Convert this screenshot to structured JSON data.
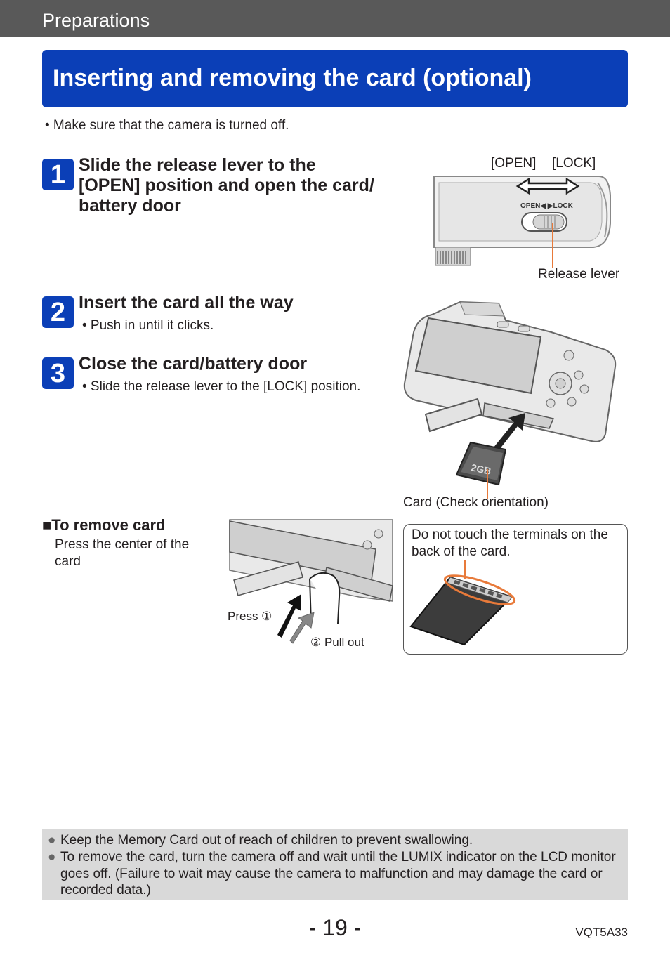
{
  "header": {
    "section": "Preparations",
    "title": "Inserting and removing the card (optional)"
  },
  "intro": "• Make sure that the camera is turned off.",
  "steps": [
    {
      "num": "1",
      "title_lines": [
        "Slide the release lever to the",
        "[OPEN] position and open the card/",
        "battery door"
      ],
      "sub": ""
    },
    {
      "num": "2",
      "title_lines": [
        "Insert the card all the way"
      ],
      "sub": "• Push in until it clicks."
    },
    {
      "num": "3",
      "title_lines": [
        "Close the card/battery door"
      ],
      "sub": "• Slide the release lever to the [LOCK] position."
    }
  ],
  "fig1": {
    "open": "[OPEN]",
    "lock": "[LOCK]",
    "release": "Release lever",
    "switch_text": "OPEN◀ ▶LOCK"
  },
  "fig2": {
    "card_label": "Card (Check orientation)",
    "card_capacity": "2GB"
  },
  "remove": {
    "heading": "■To remove card",
    "text": "Press the center of the card",
    "press": "Press ①",
    "pull": "② Pull out"
  },
  "warning": {
    "text": "Do not touch the terminals on the back of the card."
  },
  "notes": [
    {
      "bullet": "●",
      "text": "Keep the Memory Card out of reach of children to prevent swallowing."
    },
    {
      "bullet": "●",
      "text": "To remove the card, turn the camera off and wait until the LUMIX indicator on the LCD monitor goes off. (Failure to wait may cause the camera to malfunction and may damage the card or recorded data.)"
    }
  ],
  "footer": {
    "page": "- 19 -",
    "code": "VQT5A33"
  },
  "colors": {
    "accent": "#0b3fb7",
    "header_bg": "#595959",
    "leader_orange": "#e87a3a",
    "note_bg": "#d9d9d9"
  }
}
